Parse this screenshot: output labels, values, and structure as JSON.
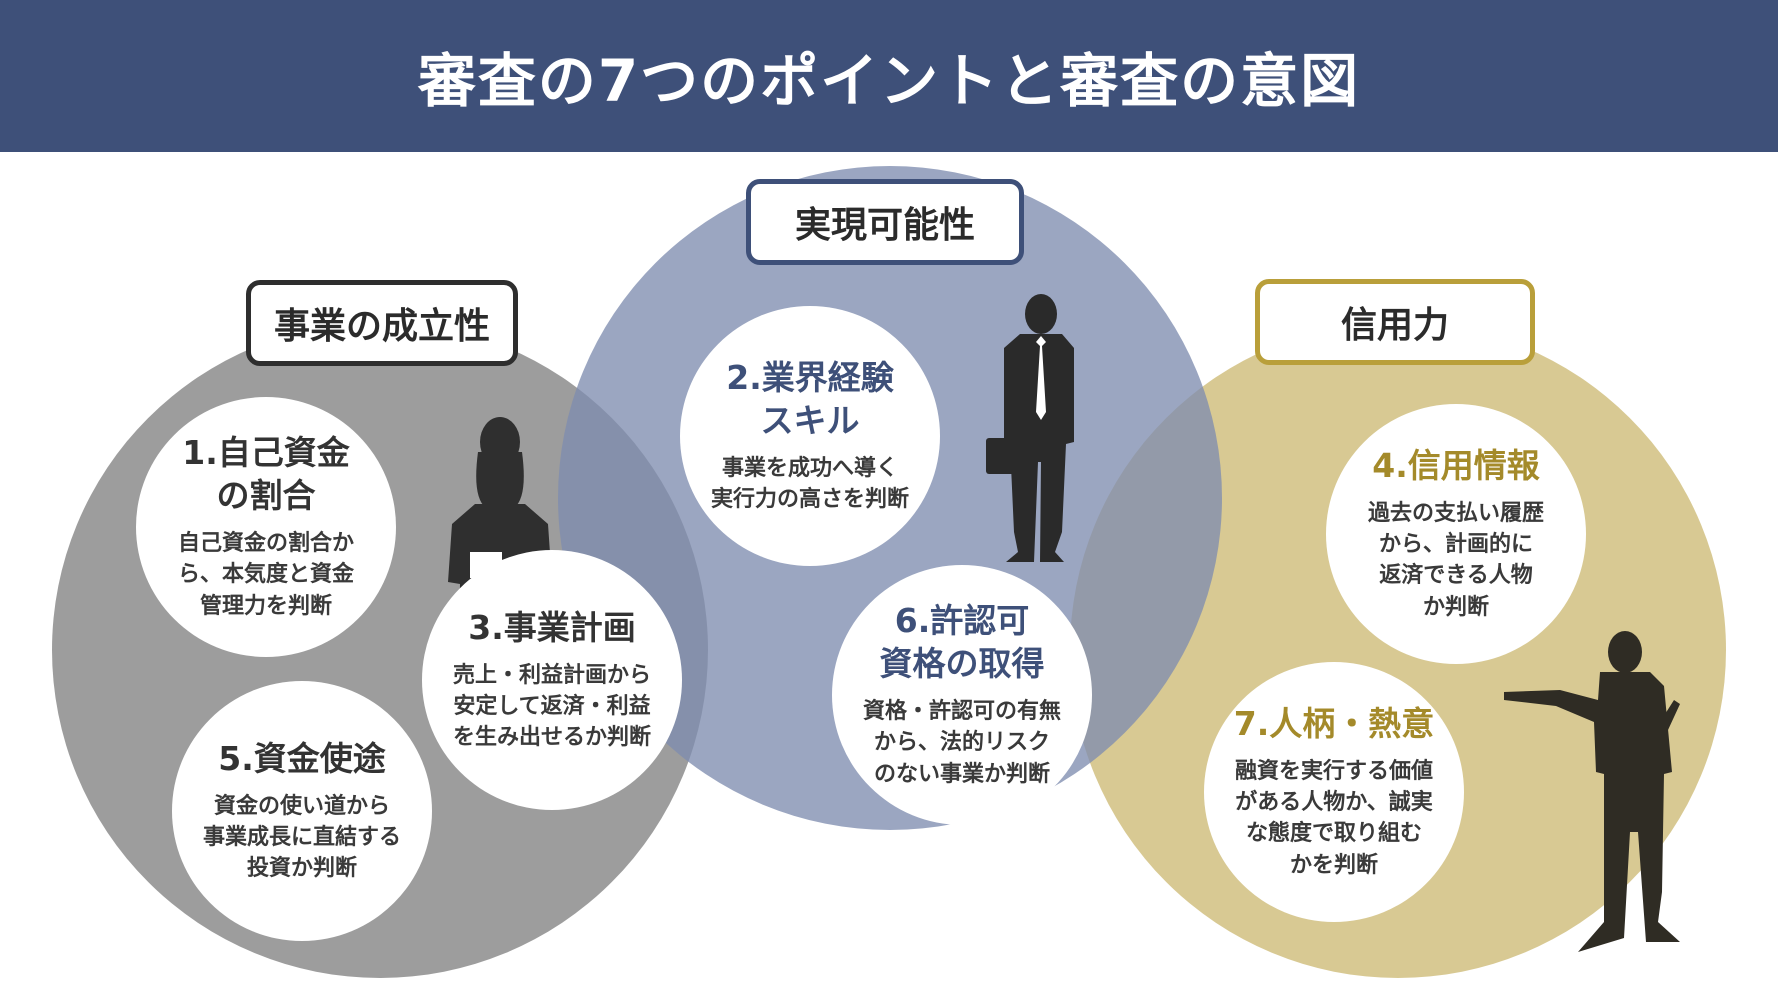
{
  "title": "審査の7つのポイントと審査の意図",
  "colors": {
    "header": "#3e5079",
    "gray": "#9a9a9a",
    "blue": "#97a3bd",
    "gold": "#d7c78f",
    "gray_border": "#2e2e2e",
    "blue_border": "#3e5079",
    "gold_border": "#b99f3a"
  },
  "groups": {
    "business": {
      "label": "事業の成立性"
    },
    "feasibility": {
      "label": "実現可能性"
    },
    "credit": {
      "label": "信用力"
    }
  },
  "points": {
    "p1": {
      "title": "1.自己資金\nの割合",
      "desc": "自己資金の割合か\nら、本気度と資金\n管理力を判断"
    },
    "p2": {
      "title": "2.業界経験\nスキル",
      "desc": "事業を成功へ導く\n実行力の高さを判断"
    },
    "p3": {
      "title": "3.事業計画",
      "desc": "売上・利益計画から\n安定して返済・利益\nを生み出せるか判断"
    },
    "p4": {
      "title": "4.信用情報",
      "desc": "過去の支払い履歴\nから、計画的に\n返済できる人物\nか判断"
    },
    "p5": {
      "title": "5.資金使途",
      "desc": "資金の使い道から\n事業成長に直結する\n投資か判断"
    },
    "p6": {
      "title": "6.許認可\n資格の取得",
      "desc": "資格・許認可の有無\nから、法的リスク\nのない事業か判断"
    },
    "p7": {
      "title": "7.人柄・熱意",
      "desc": "融資を実行する価値\nがある人物か、誠実\nな態度で取り組む\nかを判断"
    }
  },
  "icons": [
    "businesswoman-silhouette-icon",
    "businessman-briefcase-silhouette-icon",
    "presenter-silhouette-icon"
  ]
}
